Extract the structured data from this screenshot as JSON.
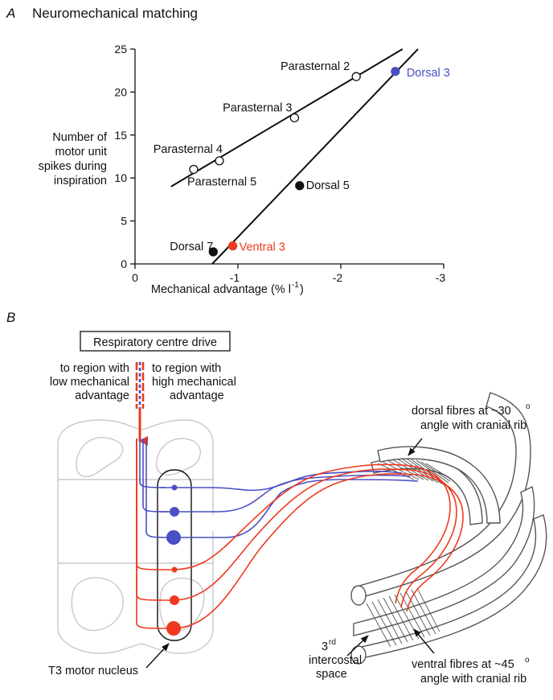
{
  "panel_a": {
    "letter": "A",
    "title": "Neuromechanical matching",
    "ylabel_lines": [
      "Number of",
      "motor unit",
      "spikes during",
      "inspiration"
    ],
    "xlabel": "Mechanical advantage (% l",
    "xlabel_sup": "-1",
    "xlabel_close": ")"
  },
  "chart_data": {
    "type": "scatter",
    "title": "Neuromechanical matching",
    "xlabel": "Mechanical advantage (% l-1)",
    "ylabel": "Number of motor unit spikes during inspiration",
    "xlim": [
      0,
      -3
    ],
    "ylim": [
      0,
      25
    ],
    "x_ticks": [
      "0",
      "-1",
      "-2",
      "-3"
    ],
    "y_ticks": [
      "0",
      "5",
      "10",
      "15",
      "20",
      "25"
    ],
    "series": [
      {
        "name": "Parasternal",
        "marker": "open",
        "color": "#111111",
        "points": [
          {
            "label": "Parasternal 2",
            "x": -2.15,
            "y": 21.8
          },
          {
            "label": "Parasternal 3",
            "x": -1.55,
            "y": 17.0
          },
          {
            "label": "Parasternal 4",
            "x": -0.82,
            "y": 12.0
          },
          {
            "label": "Parasternal 5",
            "x": -0.57,
            "y": 11.0
          }
        ],
        "fit": [
          {
            "x": -0.35,
            "y": 9.0
          },
          {
            "x": -2.6,
            "y": 25.0
          }
        ]
      },
      {
        "name": "Dorsal/Ventral",
        "marker": "filled",
        "color": "#111111",
        "points": [
          {
            "label": "Dorsal 3",
            "x": -2.53,
            "y": 22.4,
            "color": "#4a4fc4"
          },
          {
            "label": "Dorsal 5",
            "x": -1.6,
            "y": 9.1,
            "color": "#111111"
          },
          {
            "label": "Ventral 3",
            "x": -0.95,
            "y": 2.1,
            "color": "#ee3a1f"
          },
          {
            "label": "Dorsal 7",
            "x": -0.76,
            "y": 1.4,
            "color": "#111111"
          }
        ],
        "fit": [
          {
            "x": -0.75,
            "y": 0.0
          },
          {
            "x": -2.75,
            "y": 25.0
          }
        ]
      }
    ]
  },
  "panel_b": {
    "letter": "B",
    "drive_box": "Respiratory centre drive",
    "low_region_lines": [
      "to region with",
      "low mechanical",
      "advantage"
    ],
    "high_region_lines": [
      "to region with",
      "high mechanical",
      "advantage"
    ],
    "dorsal_fibres_line1": "dorsal fibres at ~30",
    "dorsal_fibres_sup": "o",
    "dorsal_fibres_line2": "angle with cranial rib",
    "ventral_fibres_line1": "ventral fibres at ~45",
    "ventral_fibres_sup": "o",
    "ventral_fibres_line2": "angle with cranial rib",
    "space_num": "3",
    "space_sup": "rd",
    "space_line2": "intercostal",
    "space_line3": "space",
    "nucleus_label": "T3 motor nucleus",
    "colors": {
      "dorsal": "#4a4fc4",
      "ventral": "#ee3a1f"
    }
  }
}
